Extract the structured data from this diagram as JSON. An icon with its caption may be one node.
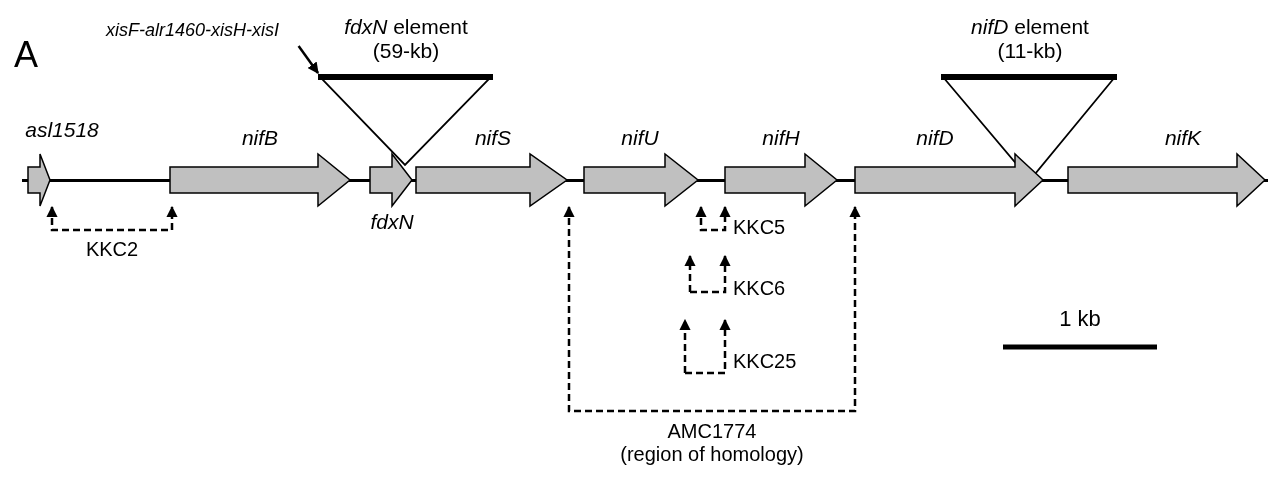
{
  "diagram": {
    "nodes": [
      {
        "text": [
          "xisF-alr1460-xisH-xisI"
        ]
      },
      {
        "text": [
          "*fdxN* element (59-kb)"
        ]
      },
      {
        "text": [
          "*nifD* element (11-kb)"
        ]
      },
      {
        "text": [
          "asl1518"
        ]
      },
      {
        "text": [
          "nifB"
        ]
      },
      {
        "text": [
          "fdxN"
        ]
      },
      {
        "text": [
          "nifS"
        ]
      },
      {
        "text": [
          "nifU"
        ]
      },
      {
        "text": [
          "nifH"
        ]
      },
      {
        "text": [
          "nifD"
        ]
      },
      {
        "text": [
          "nifK"
        ]
      },
      {
        "text": [],
        "shape": "bar"
      }
    ],
    "edges": [
      {
        "from": 0,
        "to": 1,
        "arrow": "to"
      },
      {
        "from": 3,
        "to": 4,
        "arrow": "both",
        "style": "dashed",
        "label": "KKC2"
      },
      {
        "from": 7,
        "to": 8,
        "arrow": "both",
        "style": "dashed",
        "label": "KKC5"
      },
      {
        "from": 6,
        "to": 9,
        "arrow": "both",
        "style": "dashed",
        "label": "AMC1774 (region of homology)"
      }
    ],
    "labels": [
      "A",
      "KKC6",
      "KKC25",
      "1 kb"
    ]
  }
}
